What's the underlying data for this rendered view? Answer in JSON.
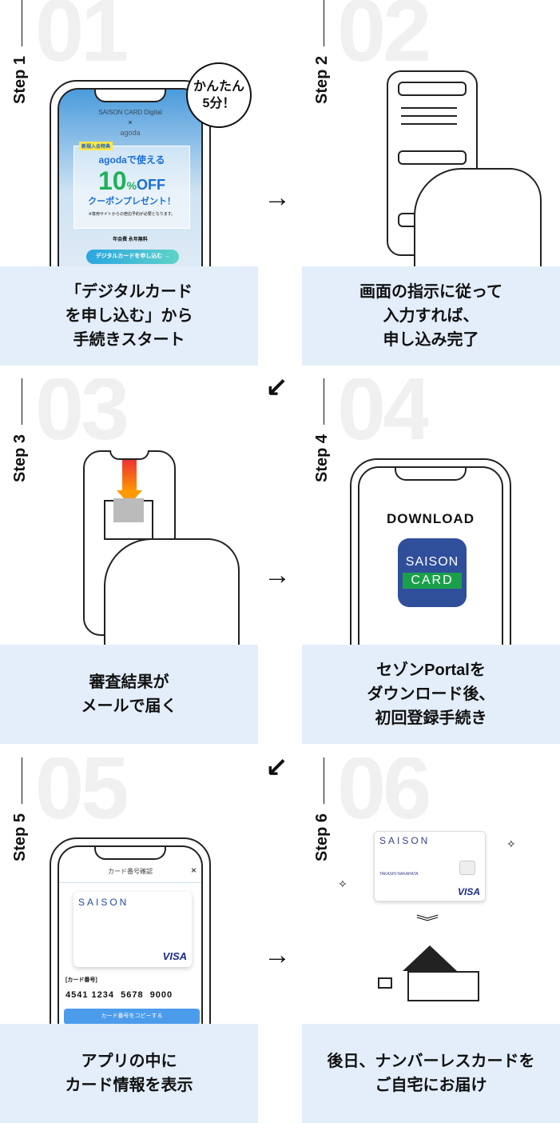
{
  "steps": [
    {
      "label": "Step 1",
      "num": "01",
      "caption": "「デジタルカード\nを申し込む」から\n手続きスタート"
    },
    {
      "label": "Step 2",
      "num": "02",
      "caption": "画面の指示に従って\n入力すれば、\n申し込み完了"
    },
    {
      "label": "Step 3",
      "num": "03",
      "caption": "審査結果が\nメールで届く"
    },
    {
      "label": "Step 4",
      "num": "04",
      "caption": "セゾンPortalを\nダウンロード後、\n初回登録手続き"
    },
    {
      "label": "Step 5",
      "num": "05",
      "caption": "アプリの中に\nカード情報を表示"
    },
    {
      "label": "Step 6",
      "num": "06",
      "caption": "後日、ナンバーレスカードを\nご自宅にお届け"
    }
  ],
  "step1": {
    "badge": "かんたん\n5分！",
    "brand": "SAISON CARD Digital",
    "times": "×",
    "partner": "agoda",
    "ribbon": "新規入会特典",
    "line1": "agodaで使える",
    "big": "10",
    "pct": "%",
    "off": "OFF",
    "coupon": "クーポンプレゼント！",
    "note": "※専用サイトからの宿泊予約が必要となります。",
    "fee": "年会費 永年無料",
    "cta": "デジタルカードを申し込む →"
  },
  "step4": {
    "download": "DOWNLOAD",
    "app_top": "SAISON",
    "app_bottom": "CARD"
  },
  "step5": {
    "title": "カード番号確認",
    "close": "×",
    "brand": "SAISON",
    "visa": "VISA",
    "num_label": "[カード番号]",
    "number": "4541 1234  5678  9000",
    "copy": "カード番号をコピーする"
  },
  "step6": {
    "brand": "SAISON",
    "holder": "TAKASHI NAKAHATA",
    "visa": "VISA"
  },
  "arrows": {
    "right": "→",
    "down_left": "↙"
  }
}
